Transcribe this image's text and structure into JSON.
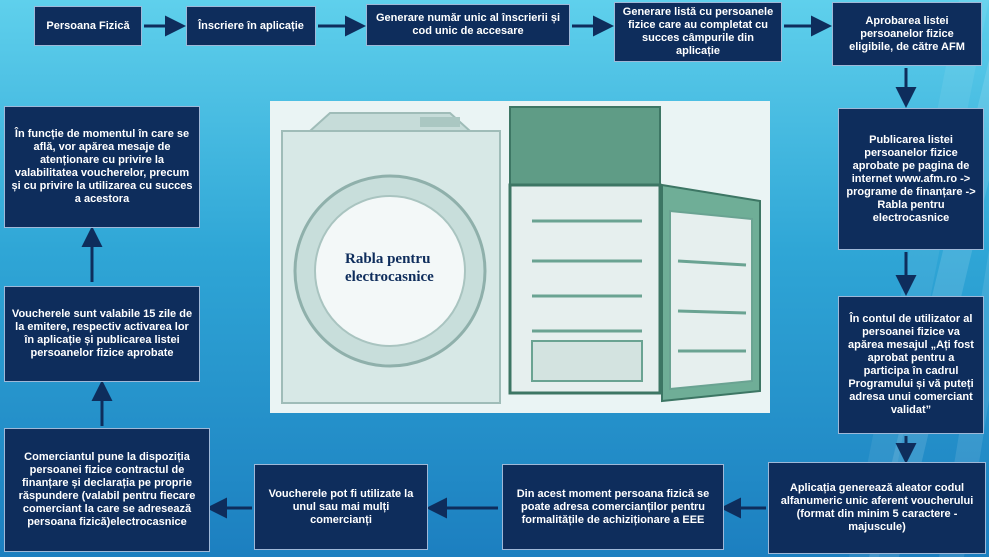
{
  "diagram": {
    "photo_caption": "Rabla pentru electrocasnice",
    "steps": [
      {
        "id": "s1",
        "text": "Persoana Fizică"
      },
      {
        "id": "s2",
        "text": "Înscriere în aplicație"
      },
      {
        "id": "s3",
        "text": "Generare număr unic al înscrierii și cod unic de accesare"
      },
      {
        "id": "s4",
        "text": "Generare listă cu persoanele fizice care au completat cu succes câmpurile din aplicație"
      },
      {
        "id": "s5",
        "text": "Aprobarea listei persoanelor fizice eligibile, de către AFM"
      },
      {
        "id": "s6",
        "text": "Publicarea listei persoanelor fizice aprobate pe pagina de internet www.afm.ro -> programe de finanțare -> Rabla pentru electrocasnice"
      },
      {
        "id": "s7",
        "text": "În contul de utilizator al persoanei fizice va apărea mesajul „Ați fost aprobat pentru a participa în cadrul Programului și vă puteți adresa unui comerciant validat”"
      },
      {
        "id": "s8",
        "text": "Aplicația generează aleator codul alfanumeric unic aferent voucherului (format din minim 5 caractere - majuscule)"
      },
      {
        "id": "s9",
        "text": "Din acest moment persoana fizică se poate adresa comercianților pentru formalitățile de achiziționare a EEE"
      },
      {
        "id": "s10",
        "text": "Voucherele pot fi utilizate la unul sau mai mulți comercianți"
      },
      {
        "id": "s11",
        "text": "Comerciantul pune la dispoziția persoanei fizice contractul de finanțare și declarația pe proprie răspundere (valabil pentru fiecare comerciant la care se adresează persoana fizică)electrocasnice"
      },
      {
        "id": "s12",
        "text": "Voucherele sunt valabile 15 zile de la emitere, respectiv activarea lor în aplicație și publicarea listei persoanelor fizice aprobate"
      },
      {
        "id": "s13",
        "text": "În funcție de momentul în care se află, vor apărea mesaje de atenționare cu privire la valabilitatea voucherelor, precum și cu privire la utilizarea cu succes a acestora"
      }
    ]
  },
  "colors": {
    "box_fill": "#0e2d5c",
    "box_text": "#ffffff",
    "arrow": "#0e2d5c",
    "background": "#3bb3de"
  }
}
